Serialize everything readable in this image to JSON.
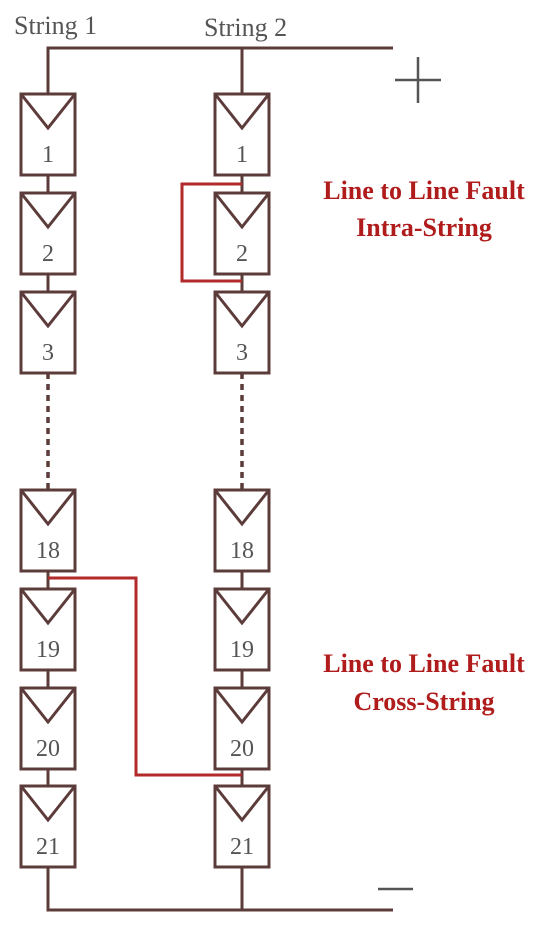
{
  "strings": [
    {
      "title": "String 1",
      "modules": [
        "1",
        "2",
        "3",
        "18",
        "19",
        "20",
        "21"
      ]
    },
    {
      "title": "String 2",
      "modules": [
        "1",
        "2",
        "3",
        "18",
        "19",
        "20",
        "21"
      ]
    }
  ],
  "terminals": {
    "positive": "+",
    "negative": "—"
  },
  "faults": {
    "intra": {
      "line1": "Line to Line Fault",
      "line2": "Intra-String"
    },
    "cross": {
      "line1": "Line to Line Fault",
      "line2": "Cross-String"
    }
  },
  "colors": {
    "wire": "#5c3c3a",
    "fault_wire": "#b22a2a",
    "fault_text": "#b01c1c",
    "text": "#555555"
  }
}
